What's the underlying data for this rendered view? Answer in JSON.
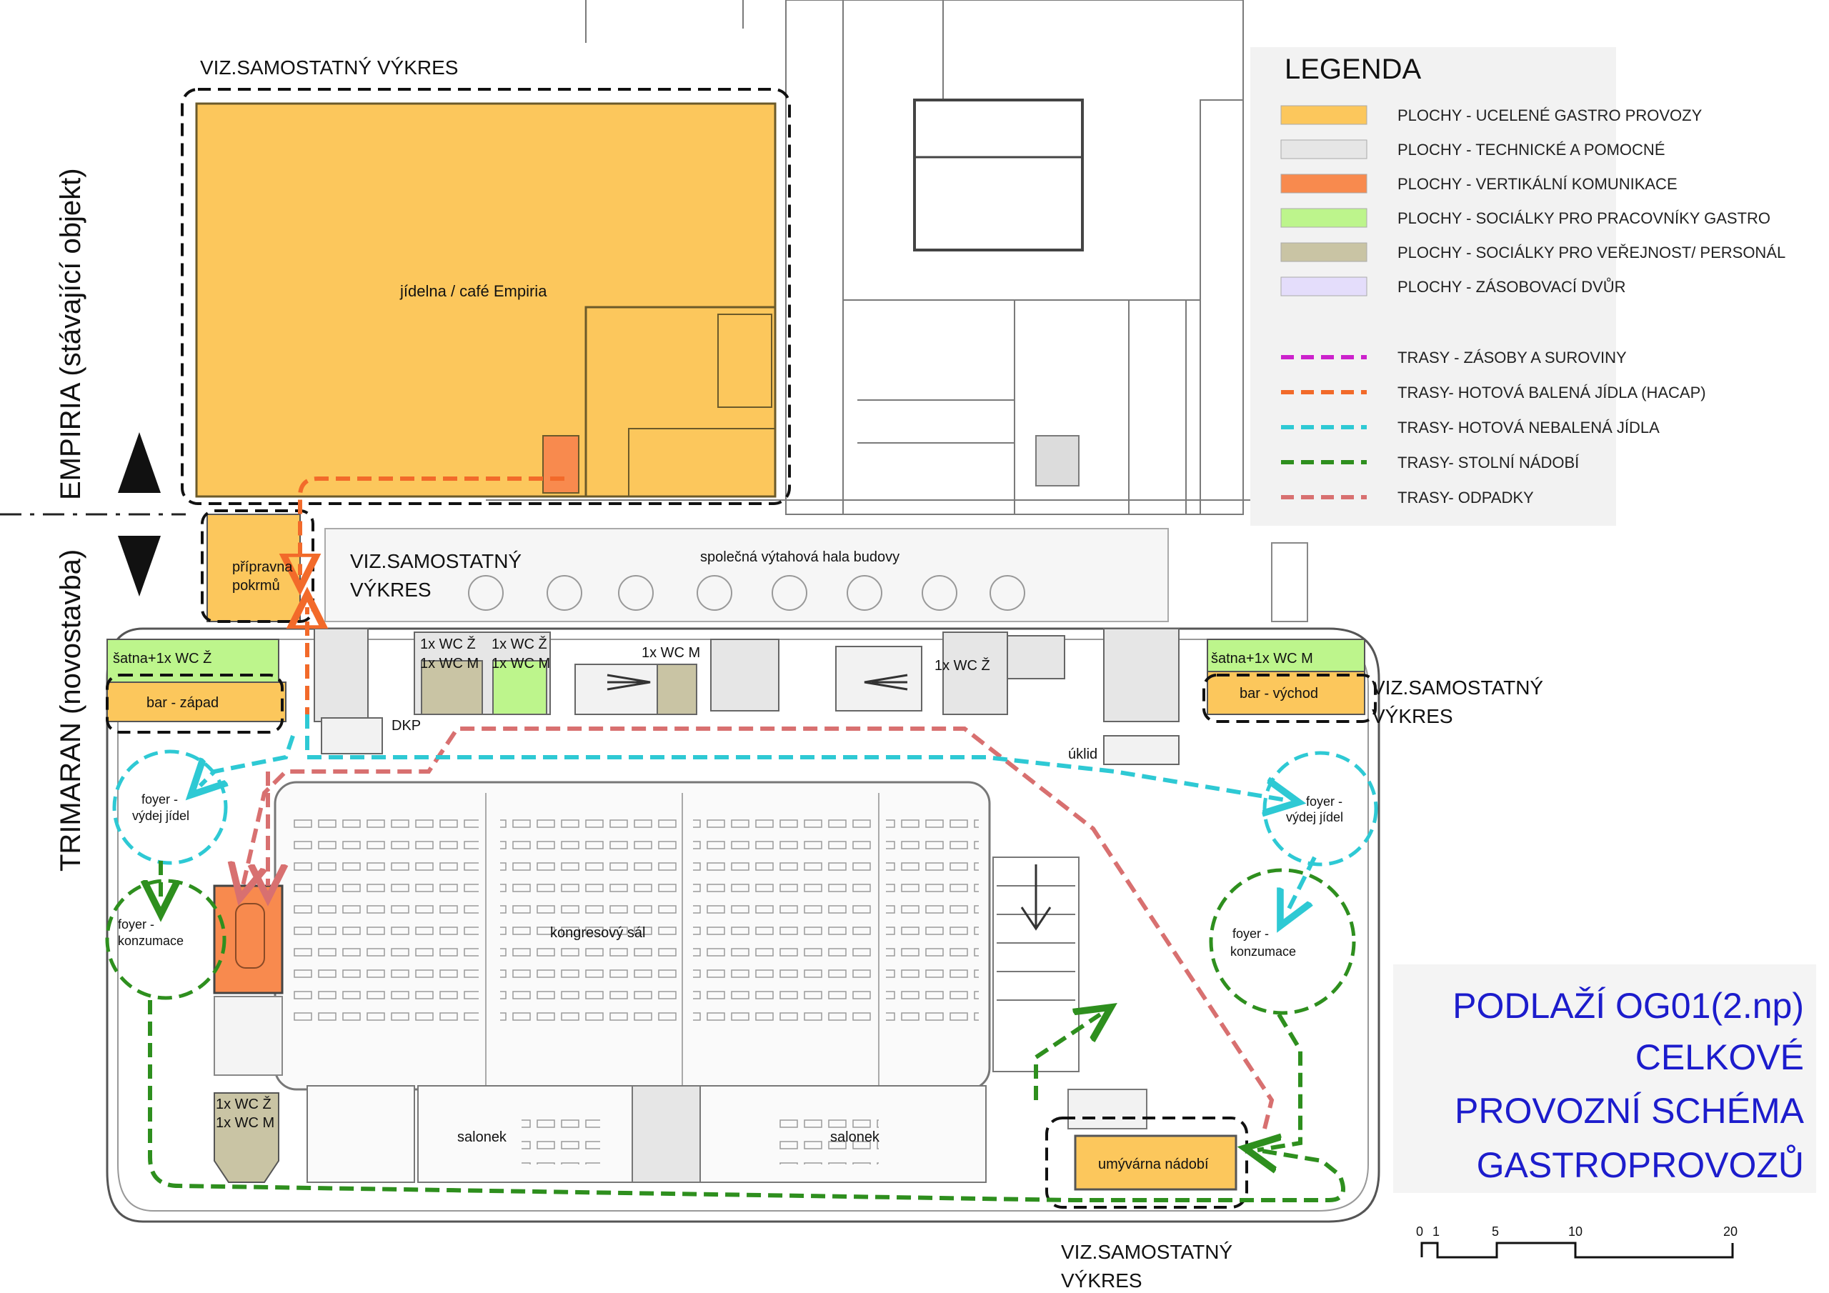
{
  "colors": {
    "gastro": "#fcc75c",
    "technical": "#e6e6e6",
    "vertical": "#f88a4e",
    "staff_wc": "#bdf58c",
    "public_wc": "#c9c4a4",
    "supply_yard": "#e4ddfb",
    "route_supplies": "#cc22cc",
    "route_packaged": "#f26a2a",
    "route_unpackaged": "#2ec9d4",
    "route_tableware": "#2e8f1e",
    "route_waste": "#d87070",
    "title_blue": "#1c1ccc"
  },
  "labels": {
    "viz_top": "VIZ.SAMOSTATNÝ VÝKRES",
    "viz_mid_1": "VIZ.SAMOSTATNÝ",
    "viz_mid_2": "VÝKRES",
    "viz_right_1": "VIZ.SAMOSTATNÝ",
    "viz_right_2": "VÝKRES",
    "viz_bottom_1": "VIZ.SAMOSTATNÝ",
    "viz_bottom_2": "VÝKRES",
    "side_empiria": "EMPIRIA (stávající objekt)",
    "side_trimaran": "TRIMARAN (novostavba)",
    "jidelna": "jídelna / café Empiria",
    "pripravna_1": "přípravna",
    "pripravna_2": "pokrmů",
    "hala": "společná výtahová hala budovy",
    "satna_west": "šatna+1x WC Ž",
    "satna_east": "šatna+1x WC M",
    "bar_west": "bar - západ",
    "bar_east": "bar - východ",
    "wc_a1": "1x WC Ž",
    "wc_a2": "1x WC M",
    "wc_b1": "1x WC Ž",
    "wc_b2": "1x WC M",
    "wc_c": "1x WC M",
    "wc_d": "1x WC Ž",
    "dkp": "DKP",
    "uklid": "úklid",
    "foyer_vydej_1": "foyer -",
    "foyer_vydej_2": "výdej jídel",
    "foyer_vydej_r1": "foyer -",
    "foyer_vydej_r2": "výdej jídel",
    "foyer_konz_1": "foyer -",
    "foyer_konz_2": "konzumace",
    "foyer_konz_r1": "foyer -",
    "foyer_konz_r2": "konzumace",
    "kongres": "kongresový sál",
    "salonek_left": "salonek",
    "salonek_right": "salonek",
    "umyvarna": "umývárna nádobí",
    "wc_bottom_1": "1x WC Ž",
    "wc_bottom_2": "1x WC M"
  },
  "legend": {
    "title": "LEGENDA",
    "areas": [
      {
        "label": "PLOCHY - UCELENÉ GASTRO PROVOZY",
        "color": "#fcc75c"
      },
      {
        "label": "PLOCHY - TECHNICKÉ A POMOCNÉ",
        "color": "#e6e6e6"
      },
      {
        "label": "PLOCHY - VERTIKÁLNÍ KOMUNIKACE",
        "color": "#f88a4e"
      },
      {
        "label": "PLOCHY  - SOCIÁLKY PRO PRACOVNÍKY GASTRO",
        "color": "#bdf58c"
      },
      {
        "label": "PLOCHY  - SOCIÁLKY PRO VEŘEJNOST/ PERSONÁL",
        "color": "#c9c4a4"
      },
      {
        "label": "PLOCHY - ZÁSOBOVACÍ DVŮR",
        "color": "#e4ddfb"
      }
    ],
    "routes": [
      {
        "label": "TRASY - ZÁSOBY A SUROVINY",
        "color": "#cc22cc"
      },
      {
        "label": "TRASY- HOTOVÁ BALENÁ JÍDLA (HACAP)",
        "color": "#f26a2a"
      },
      {
        "label": "TRASY- HOTOVÁ NEBALENÁ JÍDLA",
        "color": "#2ec9d4"
      },
      {
        "label": "TRASY- STOLNÍ NÁDOBÍ",
        "color": "#2e8f1e"
      },
      {
        "label": "TRASY- ODPADKY",
        "color": "#d87070"
      }
    ]
  },
  "title": {
    "line1": "PODLAŽÍ OG01(2.np)",
    "line2": "CELKOVÉ",
    "line3": "PROVOZNÍ SCHÉMA",
    "line4": "GASTROPROVOZŮ"
  },
  "scale": {
    "ticks": [
      "0",
      "1",
      "5",
      "10",
      "20"
    ]
  }
}
